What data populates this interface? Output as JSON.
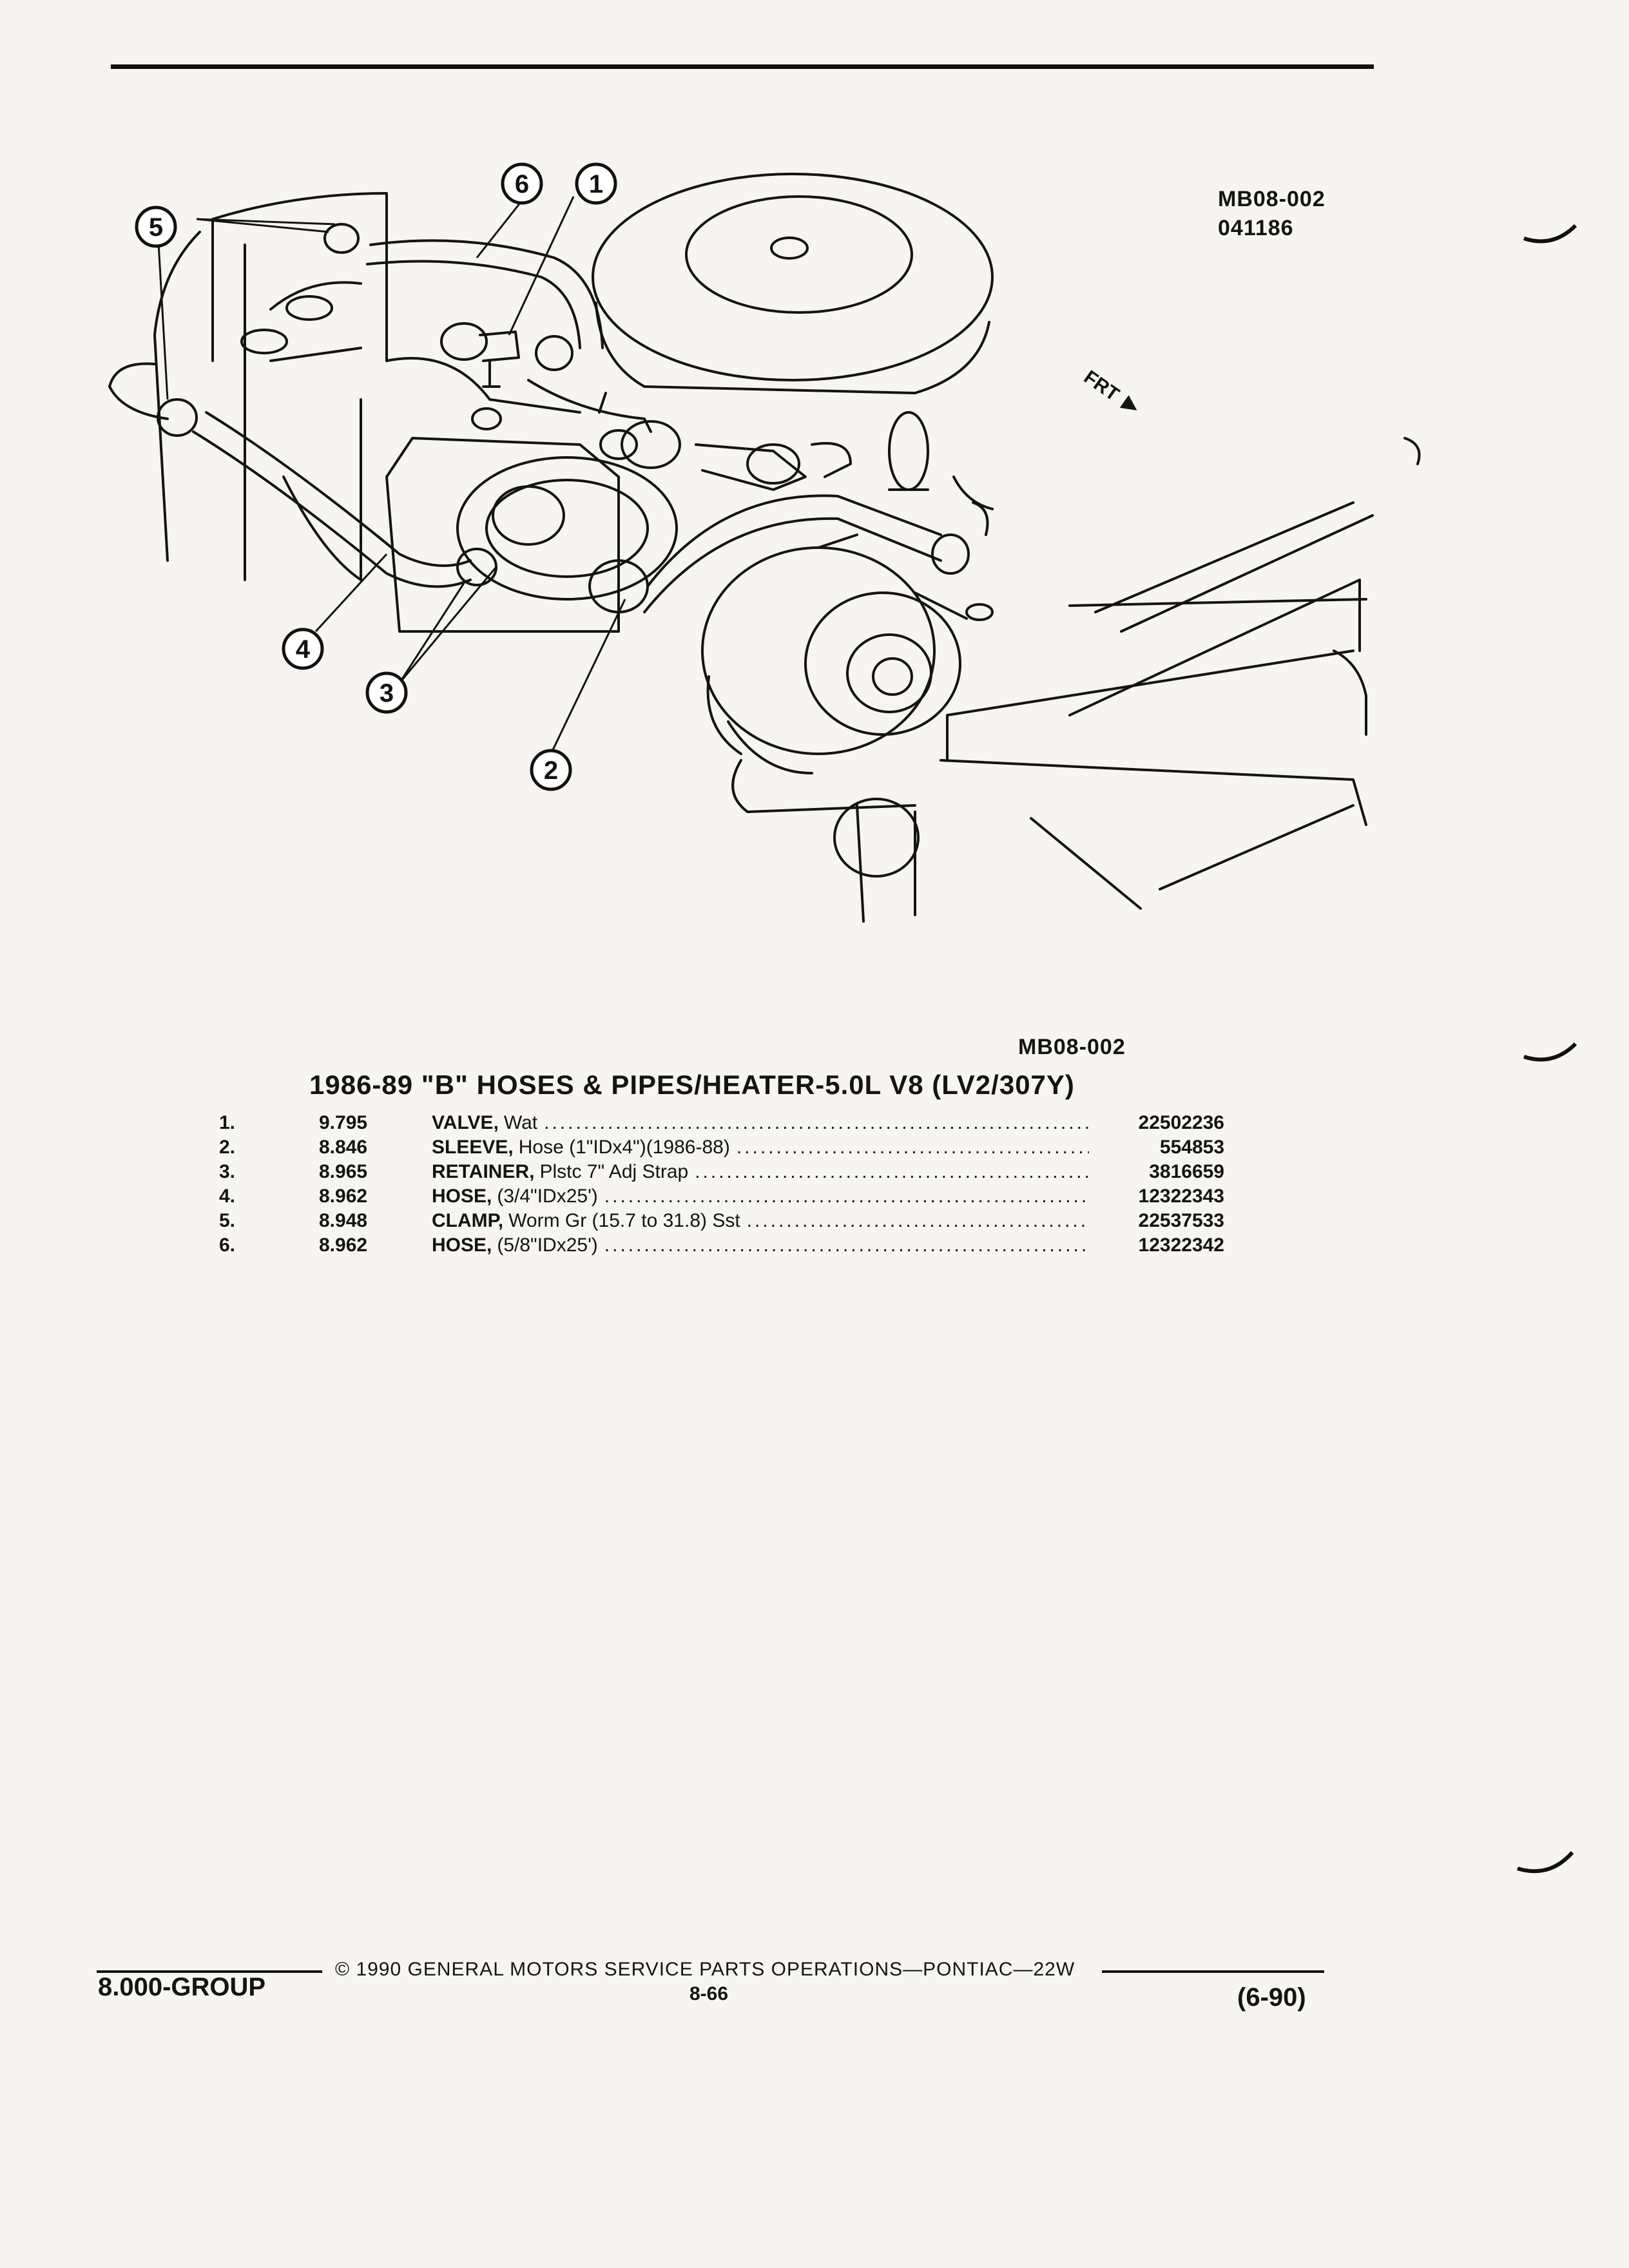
{
  "figure": {
    "ref_top": "MB08-002",
    "date_code": "041186",
    "ref_bottom": "MB08-002",
    "direction_label": "FRT",
    "callouts": [
      "1",
      "2",
      "3",
      "4",
      "5",
      "6"
    ]
  },
  "section": {
    "title": "1986-89 \"B\" HOSES & PIPES/HEATER-5.0L V8 (LV2/307Y)"
  },
  "parts": [
    {
      "num": "1.",
      "code": "9.795",
      "name": "VALVE,",
      "spec": "Wat",
      "part_no": "22502236"
    },
    {
      "num": "2.",
      "code": "8.846",
      "name": "SLEEVE,",
      "spec": "Hose (1\"IDx4\")(1986-88)",
      "part_no": "554853"
    },
    {
      "num": "3.",
      "code": "8.965",
      "name": "RETAINER,",
      "spec": "Plstc 7\" Adj Strap",
      "part_no": "3816659"
    },
    {
      "num": "4.",
      "code": "8.962",
      "name": "HOSE,",
      "spec": "(3/4\"IDx25')",
      "part_no": "12322343"
    },
    {
      "num": "5.",
      "code": "8.948",
      "name": "CLAMP,",
      "spec": "Worm Gr (15.7 to 31.8) Sst",
      "part_no": "22537533"
    },
    {
      "num": "6.",
      "code": "8.962",
      "name": "HOSE,",
      "spec": "(5/8\"IDx25')",
      "part_no": "12322342"
    }
  ],
  "footer": {
    "group": "8.000-GROUP",
    "copyright": "© 1990 GENERAL MOTORS SERVICE PARTS OPERATIONS—PONTIAC—22W",
    "page": "8-66",
    "revision": "(6-90)"
  },
  "colors": {
    "ink": "#111111",
    "paper": "#f6f5f1"
  }
}
